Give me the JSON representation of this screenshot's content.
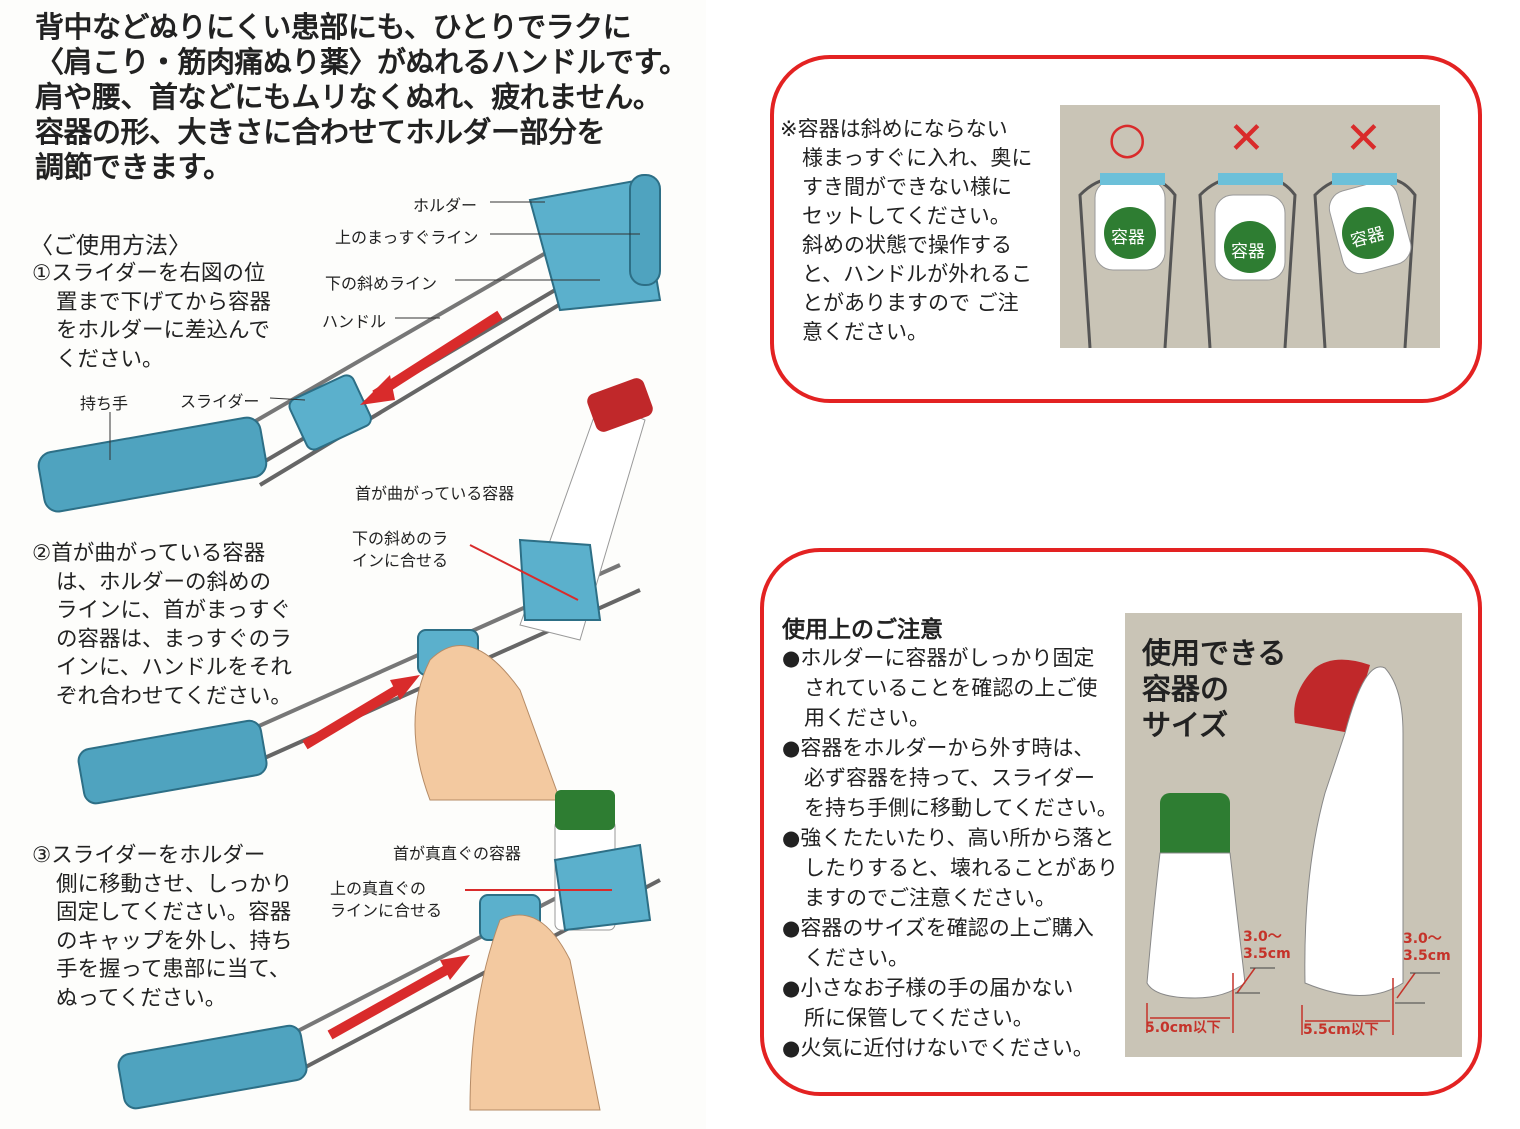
{
  "intro": {
    "lines": [
      "背中などぬりにくい患部にも、ひとりでラクに",
      "〈肩こり・筋肉痛ぬり薬〉がぬれるハンドルです。",
      "肩や腰、首などにもムリなくぬれ、疲れません。",
      "容器の形、大きさに合わせてホルダー部分を",
      "調節できます。"
    ]
  },
  "usage": {
    "title": "〈ご使用方法〉",
    "step1": [
      "①スライダーを右図の位",
      "置まで下げてから容器",
      "をホルダーに差込んで",
      "ください。"
    ],
    "step2": [
      "②首が曲がっている容器",
      "は、ホルダーの斜めの",
      "ラインに、首がまっすぐ",
      "の容器は、まっすぐのラ",
      "インに、ハンドルをそれ",
      "ぞれ合わせてください。"
    ],
    "step3": [
      "③スライダーをホルダー",
      "側に移動させ、しっかり",
      "固定してください。容器",
      "のキャップを外し、持ち",
      "手を握って患部に当て、",
      "ぬってください。"
    ],
    "labels": {
      "holder": "ホルダー",
      "upper_line": "上のまっすぐライン",
      "lower_line": "下の斜めライン",
      "handle": "ハンドル",
      "grip": "持ち手",
      "slider": "スライダー",
      "bent_container": "首が曲がっている容器",
      "match_lower": [
        "下の斜めのラ",
        "インに合せる"
      ],
      "straight_container": "首が真直ぐの容器",
      "match_upper": [
        "上の真直ぐの",
        "ラインに合せる"
      ]
    }
  },
  "caution_box": {
    "lines": [
      "※容器は斜めにならない",
      "様まっすぐに入れ、奥に",
      "すき間ができない様に",
      "セットしてください。",
      "斜めの状態で操作する",
      "と、ハンドルが外れるこ",
      "とがありますので ご注",
      "意ください。"
    ],
    "marks": [
      "○",
      "✕",
      "✕"
    ],
    "container_label": "容器"
  },
  "notes": {
    "title": "使用上のご注意",
    "lines": [
      "●ホルダーに容器がしっかり固定",
      "されていることを確認の上ご使",
      "用ください。",
      "●容器をホルダーから外す時は、",
      "必ず容器を持って、スライダー",
      "を持ち手側に移動してください。",
      "●強くたたいたり、高い所から落と",
      "したりすると、壊れることがあり",
      "ますのでご注意ください。",
      "●容器のサイズを確認の上ご購入",
      "ください。",
      "●小さなお子様の手の届かない",
      "所に保管してください。",
      "●火気に近付けないでください。"
    ],
    "size_title": [
      "使用できる",
      "容器の",
      "サイズ"
    ],
    "small": {
      "height": [
        "3.0〜",
        "3.5cm"
      ],
      "width": "5.0cm以下"
    },
    "large": {
      "height": [
        "3.0〜",
        "3.5cm"
      ],
      "width": "5.5cm以下"
    }
  },
  "colors": {
    "accent_red": "#e32222",
    "handle_blue": "#4fa3bf",
    "cap_red": "#c0282a",
    "cap_green": "#2e7d32",
    "panel": "#c9c4b6"
  }
}
